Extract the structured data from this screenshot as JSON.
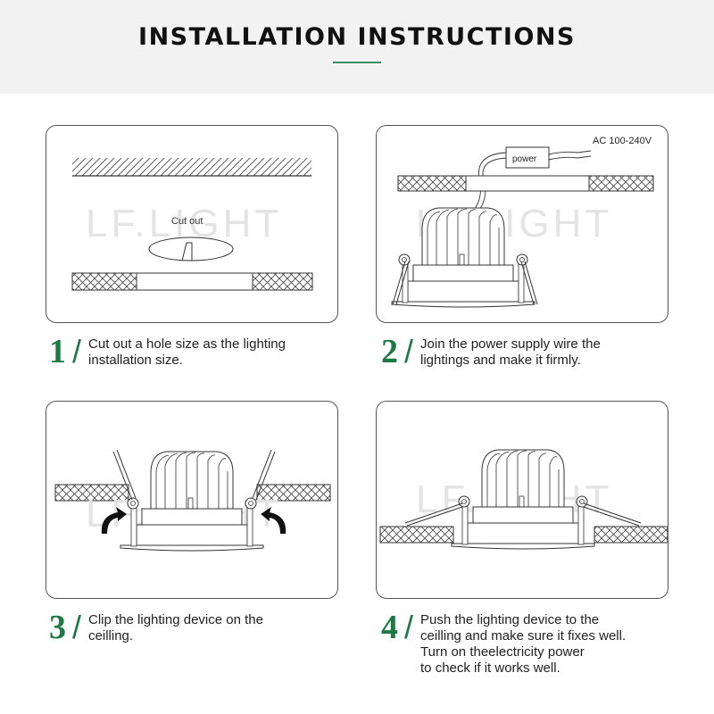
{
  "header": {
    "title": "INSTALLATION  INSTRUCTIONS",
    "accent_color": "#3d8a63",
    "background": "#f3f2f2"
  },
  "watermark": "LF.LIGHT",
  "number_color": "#1e7a45",
  "panels": [
    {
      "id": 1,
      "labels": {
        "cut_out": "Cut out"
      }
    },
    {
      "id": 2,
      "labels": {
        "power": "power",
        "voltage": "AC 100-240V"
      }
    },
    {
      "id": 3,
      "labels": {}
    },
    {
      "id": 4,
      "labels": {}
    }
  ],
  "steps": [
    {
      "number": "1",
      "slash": "/",
      "lines": [
        "Cut out a hole size as the lighting",
        "installation size."
      ]
    },
    {
      "number": "2",
      "slash": "/",
      "lines": [
        "Join the power supply wire the",
        "lightings and make it firmly."
      ]
    },
    {
      "number": "3",
      "slash": "/",
      "lines": [
        "Clip the lighting device on the",
        "ceilling."
      ]
    },
    {
      "number": "4",
      "slash": "/",
      "lines": [
        "Push the lighting device to the",
        "ceilling and make sure it fixes well.",
        "Turn on theelectricity power",
        "to check if it works well."
      ]
    }
  ]
}
